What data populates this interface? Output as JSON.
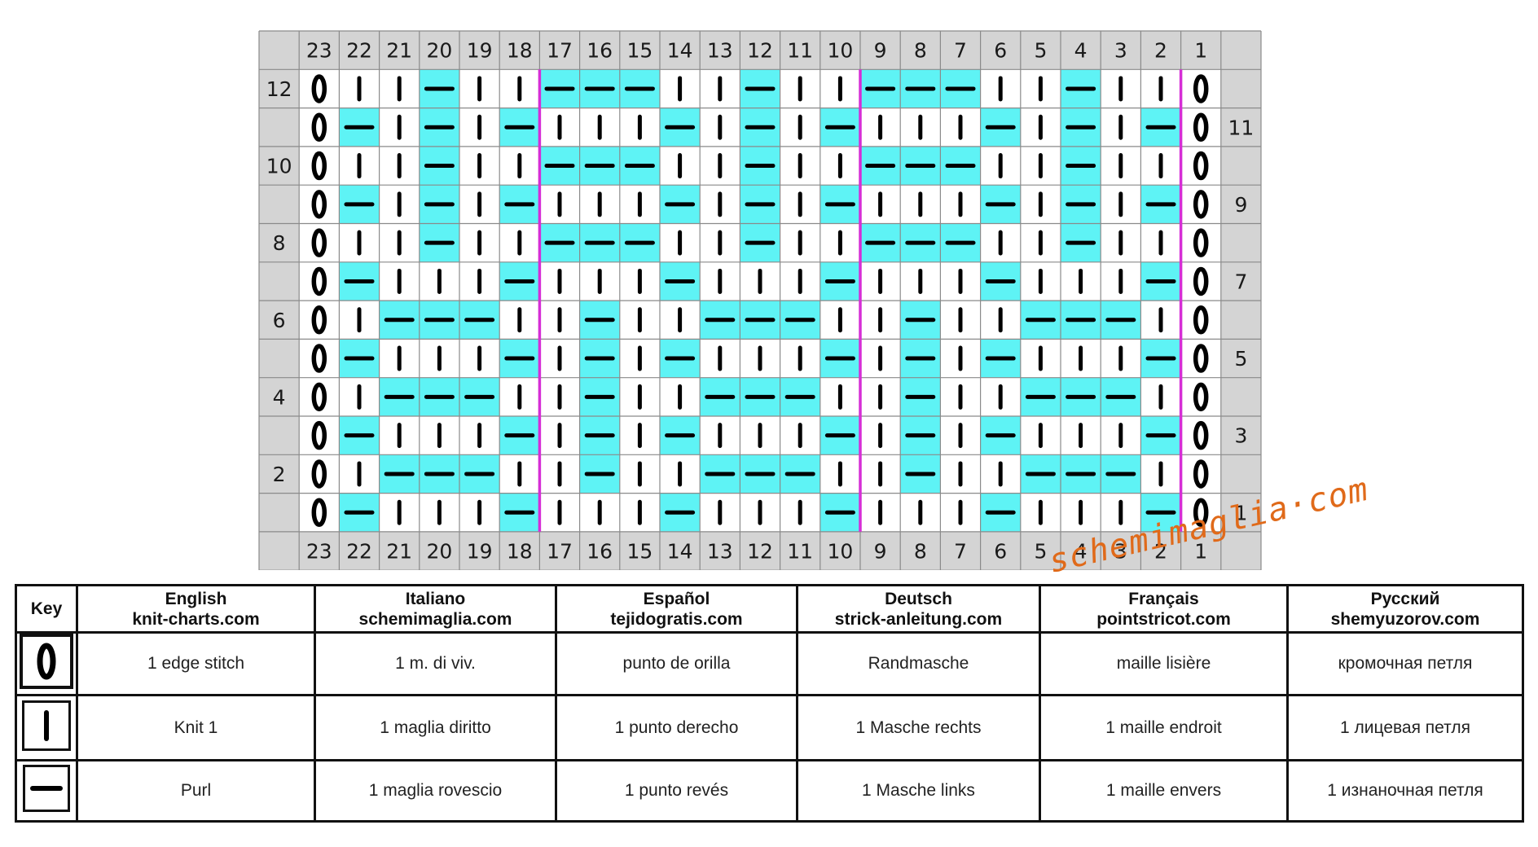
{
  "chart": {
    "col_labels": [
      "23",
      "22",
      "21",
      "20",
      "19",
      "18",
      "17",
      "16",
      "15",
      "14",
      "13",
      "12",
      "11",
      "10",
      "9",
      "8",
      "7",
      "6",
      "5",
      "4",
      "3",
      "2",
      "1"
    ],
    "left_row_labels": [
      "12",
      "",
      "10",
      "",
      "8",
      "",
      "6",
      "",
      "4",
      "",
      "2",
      ""
    ],
    "right_row_labels": [
      "",
      "11",
      "",
      "9",
      "",
      "7",
      "",
      "5",
      "",
      "3",
      "",
      "1"
    ],
    "rows": [
      "EKKPKKPPPKKPKKPPPKKPKKE",
      "EPKPKPKKKPKPKPKKKPKPKPE",
      "EKKPKKPPPKKPKKPPPKKPKKE",
      "EPKPKPKKKPKPKPKKKPKPKPE",
      "EKKPKKPPPKKPKKPPPKKPKKE",
      "EPKKKPKKKPKKKPKKKPKKKPE",
      "EKPPPKKPKKPPPKKPKKPPPKE",
      "EPKKKPKPKPKKKPKPKPKKKPE",
      "EKPPPKKPKKPPPKKPKKPPPKE",
      "EPKKKPKPKPKKKPKPKPKKKPE",
      "EKPPPKKPKKPPPKKPKKPPPKE",
      "EPKKKPKKKPKKKPKKKPKKKPE"
    ],
    "repeat_boundary_after_columns": [
      "18",
      "10",
      "2"
    ],
    "colors": {
      "purl_fill": "#5ef3f5",
      "header_fill": "#d4d4d4",
      "grid_line": "#8a8a8a",
      "repeat_line": "#d62ed6",
      "symbol": "#000000"
    }
  },
  "watermark": "schemimaglia·com",
  "key_table": {
    "headers": [
      {
        "line1": "Key",
        "line2": ""
      },
      {
        "line1": "English",
        "line2": "knit-charts.com"
      },
      {
        "line1": "Italiano",
        "line2": "schemimaglia.com"
      },
      {
        "line1": "Español",
        "line2": "tejidogratis.com"
      },
      {
        "line1": "Deutsch",
        "line2": "strick-anleitung.com"
      },
      {
        "line1": "Français",
        "line2": "pointstricot.com"
      },
      {
        "line1": "Русский",
        "line2": "shemyuzorov.com"
      }
    ],
    "rows": [
      {
        "symbol": "edge-stitch",
        "cells": [
          "1 edge stitch",
          "1 m. di viv.",
          "punto de orilla",
          "Randmasche",
          "maille lisière",
          "кромочная петля"
        ]
      },
      {
        "symbol": "knit",
        "cells": [
          "Knit 1",
          "1 maglia diritto",
          "1 punto derecho",
          "1 Masche rechts",
          "1 maille endroit",
          "1 лицевая петля"
        ]
      },
      {
        "symbol": "purl",
        "cells": [
          "Purl",
          "1 maglia rovescio",
          "1 punto revés",
          "1 Masche links",
          "1 maille envers",
          "1 изнаночная петля"
        ]
      }
    ]
  }
}
